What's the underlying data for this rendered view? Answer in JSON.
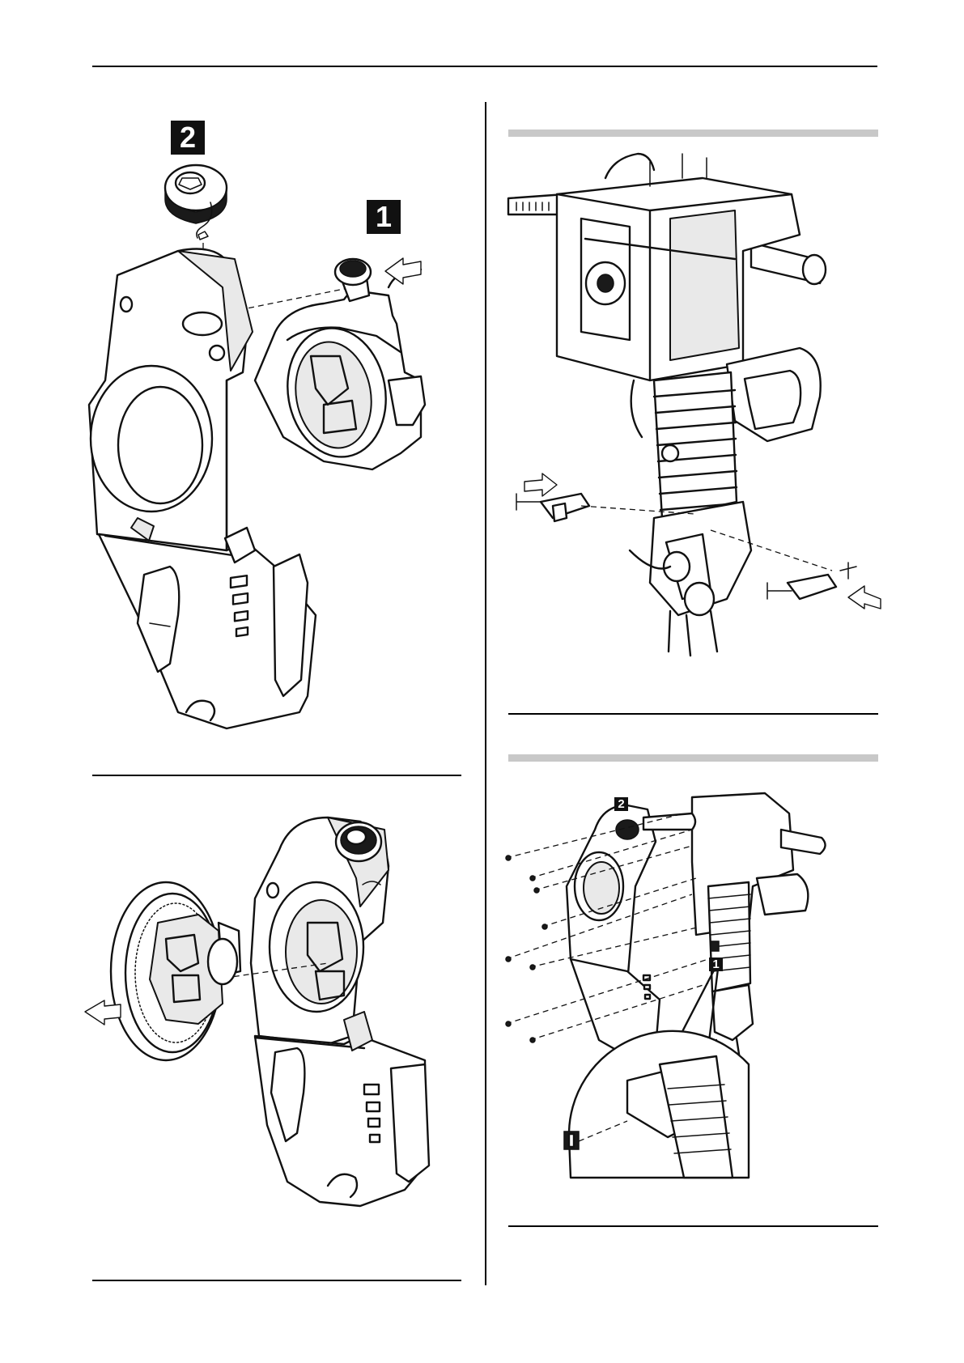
{
  "callouts": {
    "fig1_label_a": "2",
    "fig1_label_b": "1",
    "fig4_label_a": "2",
    "fig4_label_b": "1"
  },
  "colors": {
    "line": "#111111",
    "band": "#c8c8c8",
    "callout_bg": "#111111",
    "callout_text": "#ffffff"
  },
  "figures": [
    {
      "id": "fig1",
      "depicts": "fuel-tank-cap-and-tank-illustration"
    },
    {
      "id": "fig2",
      "depicts": "recoil-starter-and-housing-illustration"
    },
    {
      "id": "fig3",
      "depicts": "breaker-engine-with-clips-illustration"
    },
    {
      "id": "fig4",
      "depicts": "breaker-housing-assembly-illustration"
    }
  ]
}
